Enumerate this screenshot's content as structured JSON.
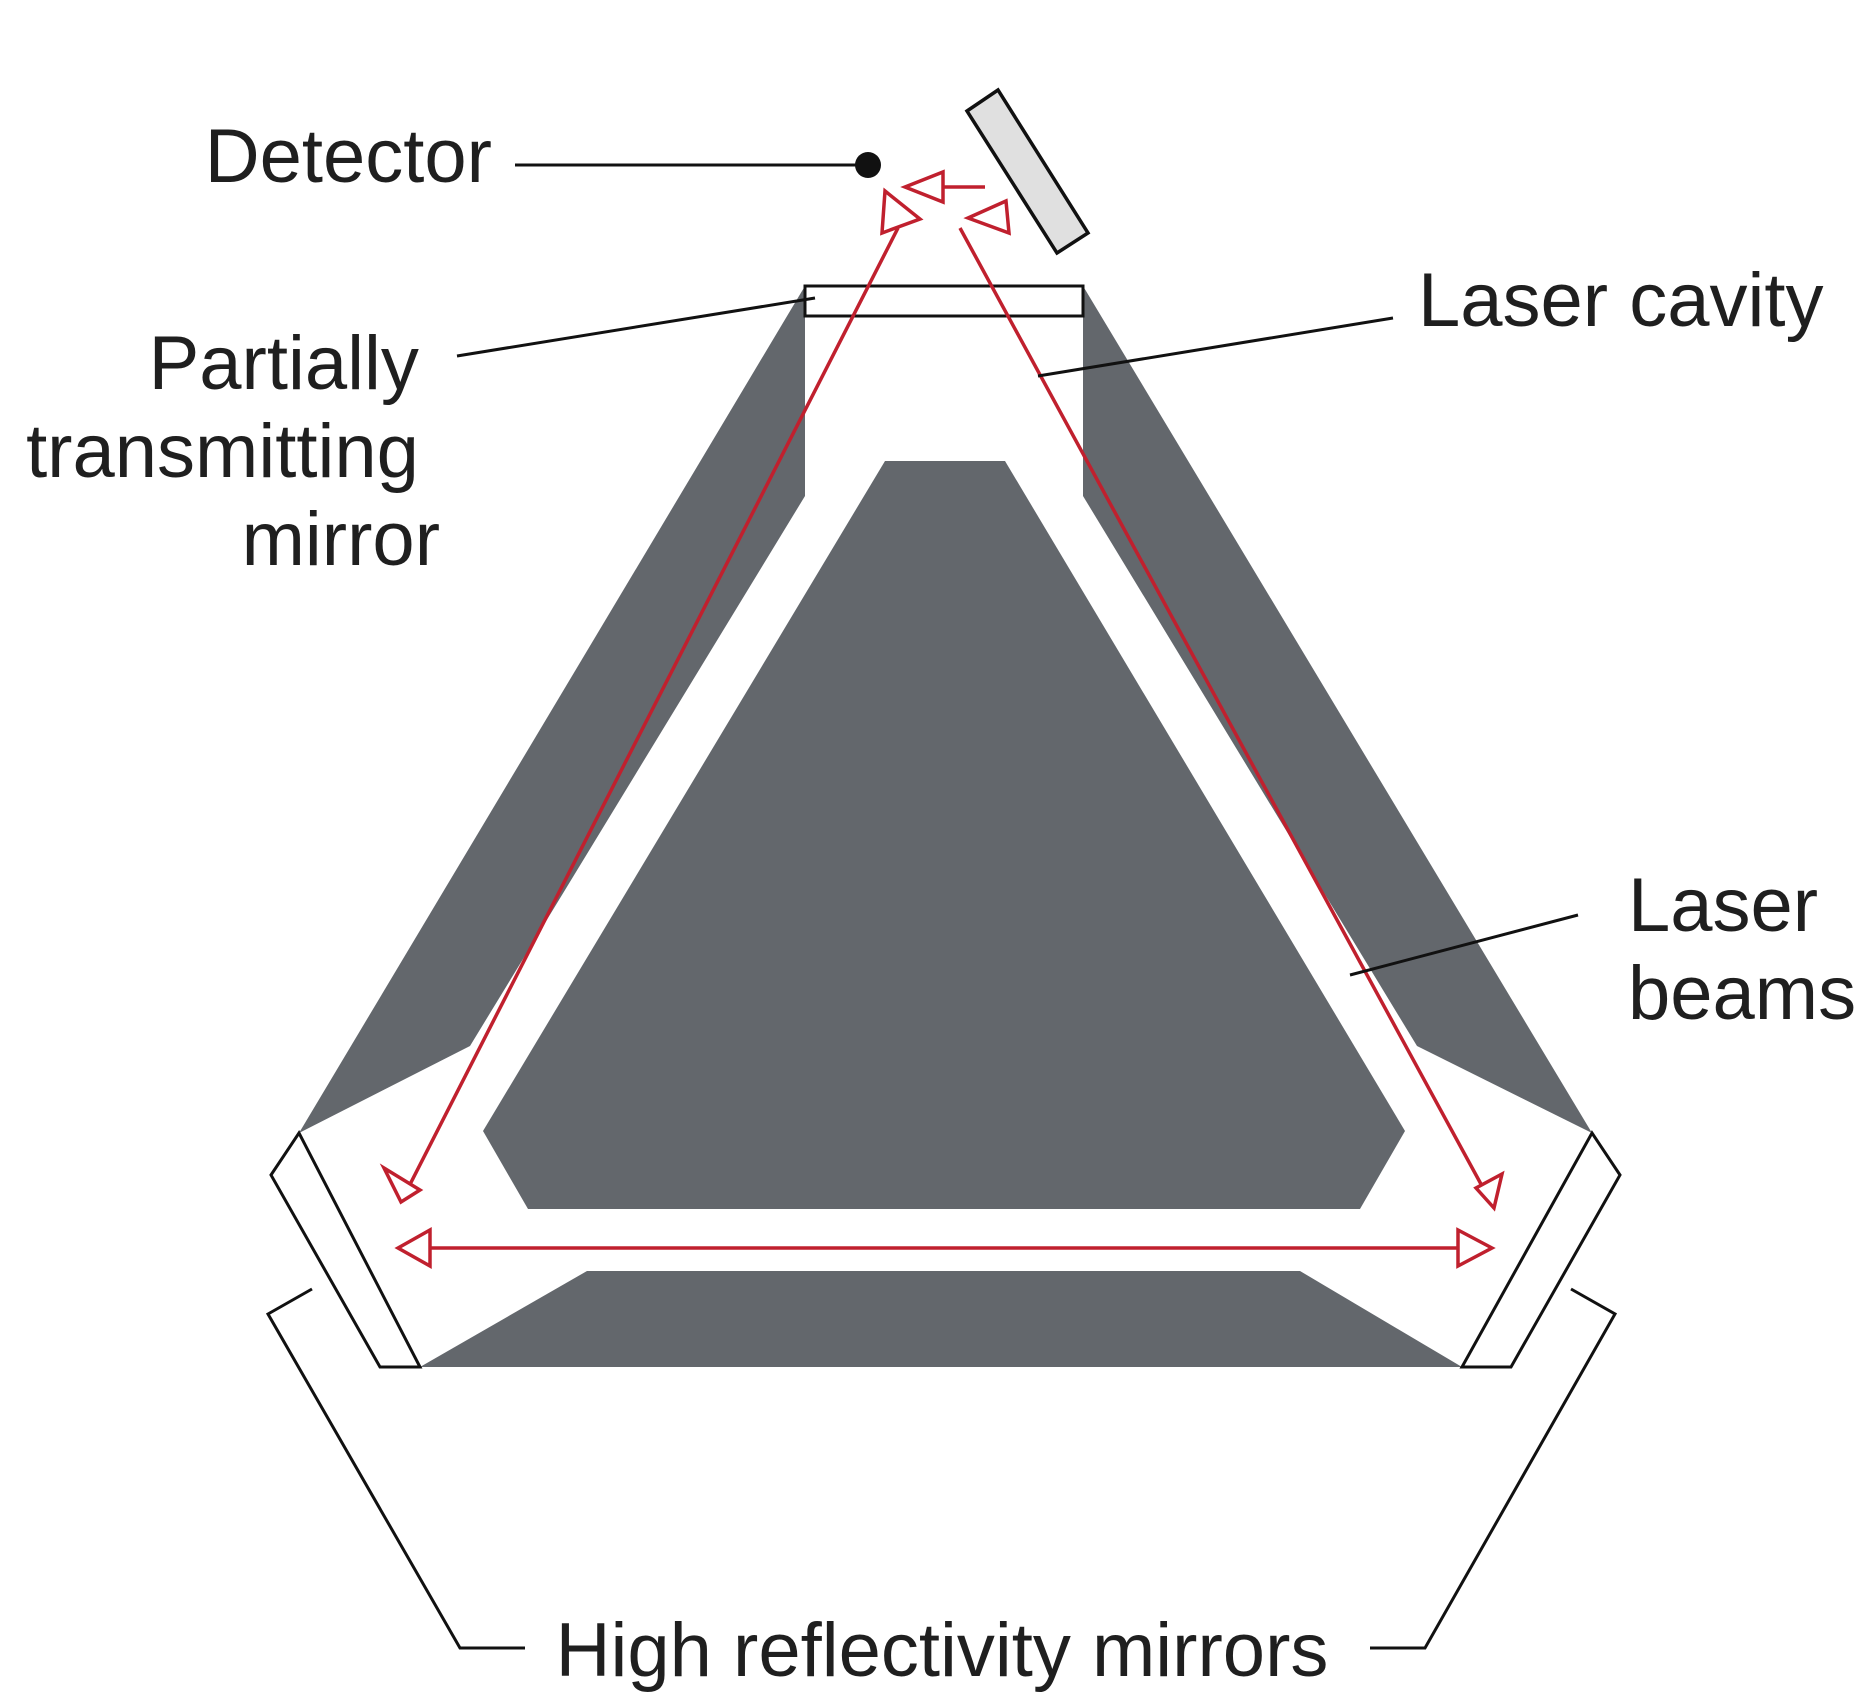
{
  "labels": {
    "detector": "Detector",
    "partial_mirror": [
      "Partially",
      "transmitting",
      "mirror"
    ],
    "laser_cavity": "Laser cavity",
    "laser_beams": [
      "Laser",
      "beams"
    ],
    "high_reflectivity": "High reflectivity mirrors"
  },
  "colors": {
    "block": "#63676c",
    "beam": "#c0202e",
    "text": "#1f1f1f",
    "detector_plate": "#e0e0e0"
  }
}
